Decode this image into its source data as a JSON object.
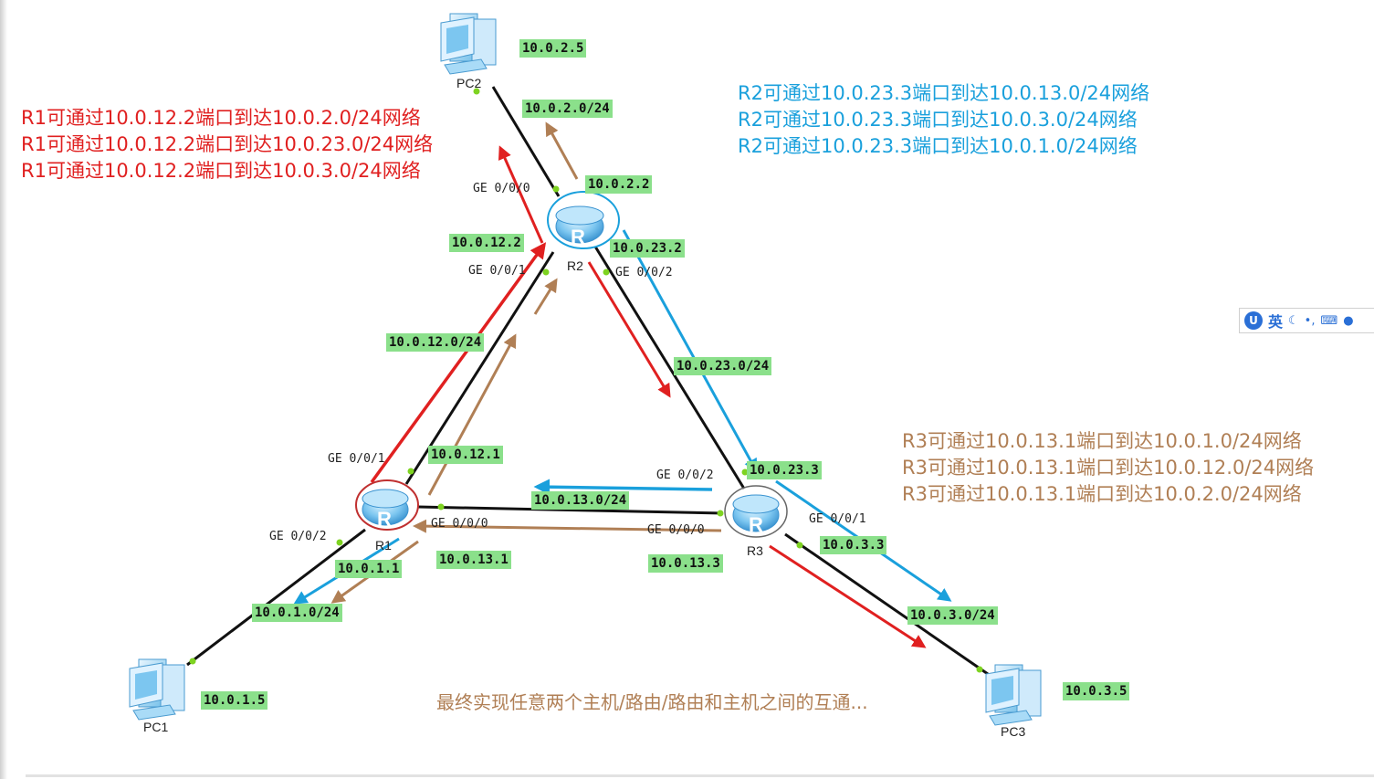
{
  "notes": {
    "r1": [
      "R1可通过10.0.12.2端口到达10.0.2.0/24网络",
      "R1可通过10.0.12.2端口到达10.0.23.0/24网络",
      "R1可通过10.0.12.2端口到达10.0.3.0/24网络"
    ],
    "r2": [
      "R2可通过10.0.23.3端口到达10.0.13.0/24网络",
      "R2可通过10.0.23.3端口到达10.0.3.0/24网络",
      "R2可通过10.0.23.3端口到达10.0.1.0/24网络"
    ],
    "r3": [
      "R3可通过10.0.13.1端口到达10.0.1.0/24网络",
      "R3可通过10.0.13.1端口到达10.0.12.0/24网络",
      "R3可通过10.0.13.1端口到达10.0.2.0/24网络"
    ]
  },
  "summary": "最终实现任意两个主机/路由/路由和主机之间的互通...",
  "devices": {
    "pc1": "PC1",
    "pc2": "PC2",
    "pc3": "PC3",
    "r1": "R1",
    "r2": "R2",
    "r3": "R3",
    "router_glyph": "R"
  },
  "ports": {
    "r2_g000": "GE 0/0/0",
    "r2_g001": "GE 0/0/1",
    "r2_g002": "GE 0/0/2",
    "r1_g001": "GE 0/0/1",
    "r1_g002": "GE 0/0/2",
    "r1_g000": "GE 0/0/0",
    "r3_g002": "GE 0/0/2",
    "r3_g000": "GE 0/0/0",
    "r3_g001": "GE 0/0/1"
  },
  "addresses": {
    "pc2_ip": "10.0.2.5",
    "net_r2_pc2": "10.0.2.0/24",
    "r2_g000_ip": "10.0.2.2",
    "r2_g001_ip": "10.0.12.2",
    "r2_g002_ip": "10.0.23.2",
    "net_r1_r2": "10.0.12.0/24",
    "net_r2_r3": "10.0.23.0/24",
    "r1_g001_ip": "10.0.12.1",
    "r3_g002_ip": "10.0.23.3",
    "net_r1_r3": "10.0.13.0/24",
    "r1_g002_ip": "10.0.1.1",
    "r1_g000_ip": "10.0.13.1",
    "r3_g000_ip": "10.0.13.3",
    "r3_g001_ip": "10.0.3.3",
    "net_r1_pc1": "10.0.1.0/24",
    "net_r3_pc3": "10.0.3.0/24",
    "pc1_ip": "10.0.1.5",
    "pc3_ip": "10.0.3.5"
  },
  "ime": {
    "lang": "英",
    "logo": "U"
  },
  "colors": {
    "r1_route": "#e02020",
    "r2_route": "#1aa0dc",
    "r3_route": "#b07f55",
    "tag_bg": "#8be08b",
    "link": "#111111"
  }
}
